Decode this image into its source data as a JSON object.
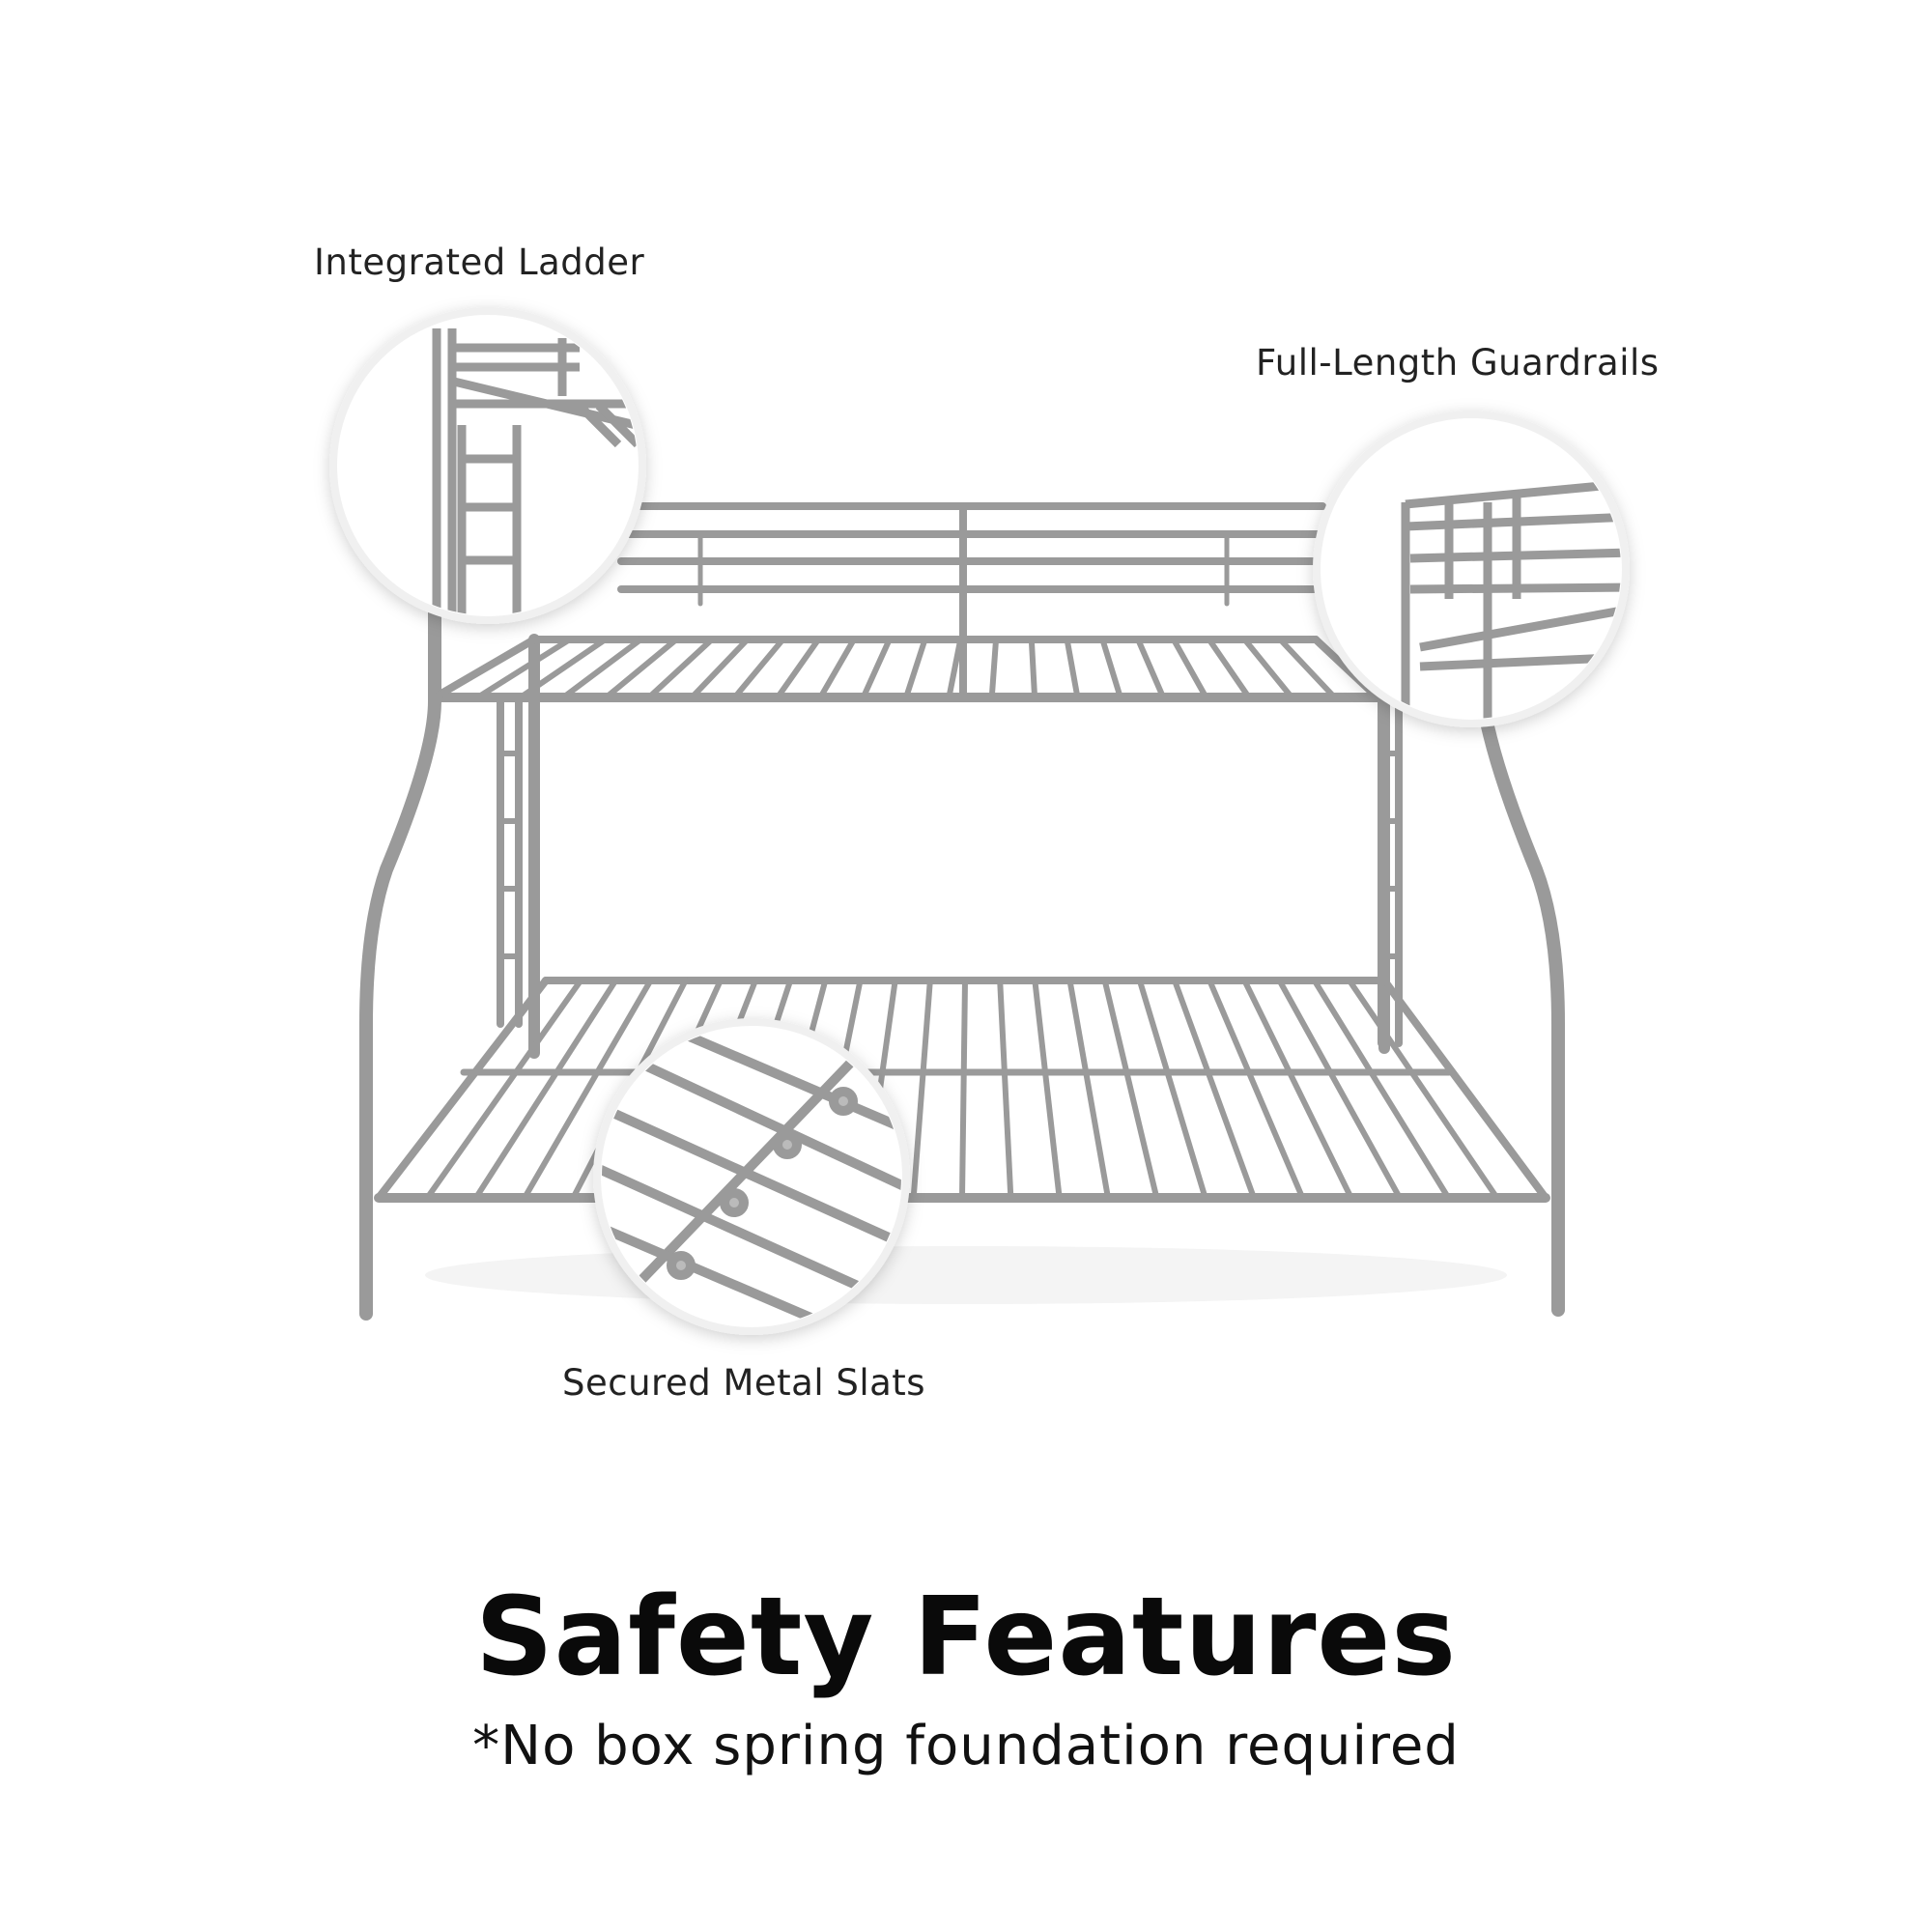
{
  "callouts": {
    "ladder": "Integrated Ladder",
    "guardrails": "Full-Length Guardrails",
    "slats": "Secured Metal Slats"
  },
  "title": "Safety Features",
  "subtitle": "*No box spring foundation required",
  "colors": {
    "metal": "#9a9a9a",
    "metal_dark": "#8a8a8a",
    "circle_border": "#f2f2f2"
  }
}
